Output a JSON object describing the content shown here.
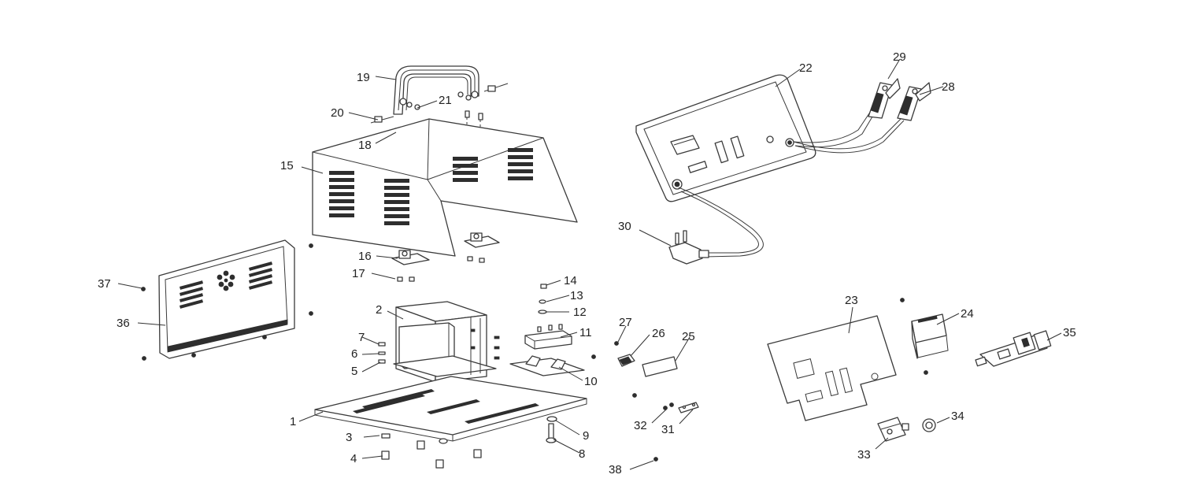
{
  "callouts": {
    "c1": "1",
    "c2": "2",
    "c3": "3",
    "c4": "4",
    "c5": "5",
    "c6": "6",
    "c7": "7",
    "c8": "8",
    "c9": "9",
    "c10": "10",
    "c11": "11",
    "c12": "12",
    "c13": "13",
    "c14": "14",
    "c15": "15",
    "c16": "16",
    "c17": "17",
    "c18": "18",
    "c19": "19",
    "c20": "20",
    "c21": "21",
    "c22": "22",
    "c23": "23",
    "c24": "24",
    "c25": "25",
    "c26": "26",
    "c27": "27",
    "c28": "28",
    "c29": "29",
    "c30": "30",
    "c31": "31",
    "c32": "32",
    "c33": "33",
    "c34": "34",
    "c35": "35",
    "c36": "36",
    "c37": "37",
    "c38": "38"
  },
  "colors": {
    "line": "#3a3a3a",
    "fill": "#ffffff",
    "ink": "#222222"
  }
}
